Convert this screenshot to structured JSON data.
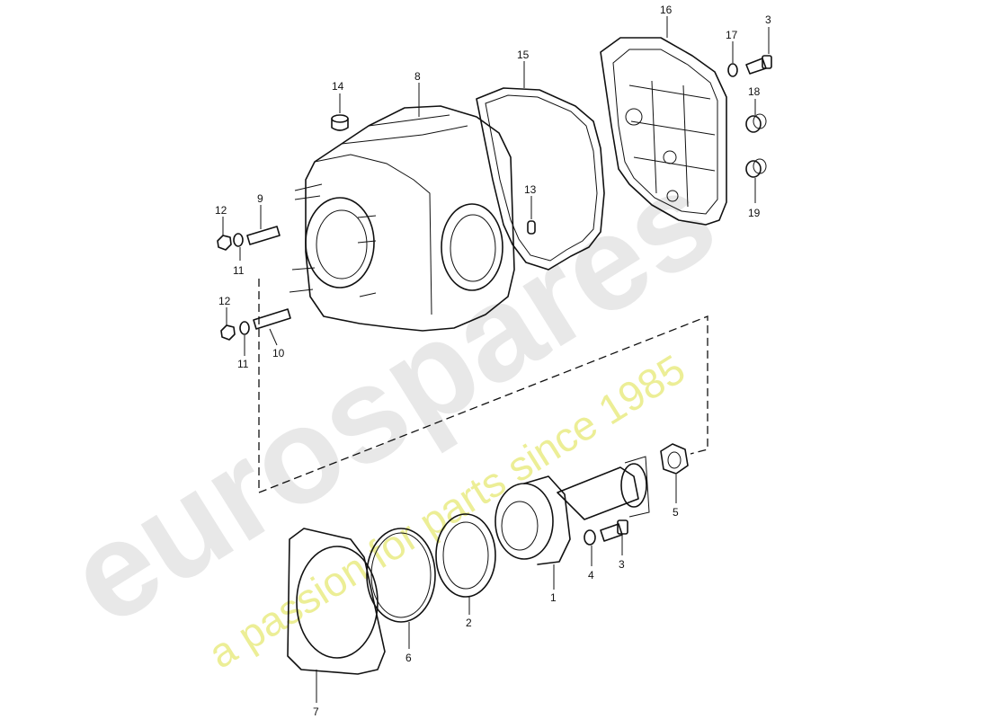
{
  "watermark": {
    "wordmark": "eurospares",
    "tagline": "a passion for parts since 1985",
    "wordmark_color": "#d6d6d6",
    "tagline_color": "#e6e873"
  },
  "callouts": {
    "c1": "1",
    "c2": "2",
    "c3a": "3",
    "c3b": "3",
    "c4": "4",
    "c5": "5",
    "c6": "6",
    "c7": "7",
    "c8": "8",
    "c9": "9",
    "c10": "10",
    "c11a": "11",
    "c11b": "11",
    "c12a": "12",
    "c12b": "12",
    "c13": "13",
    "c14": "14",
    "c15": "15",
    "c16": "16",
    "c17": "17",
    "c18": "18",
    "c19": "19"
  }
}
